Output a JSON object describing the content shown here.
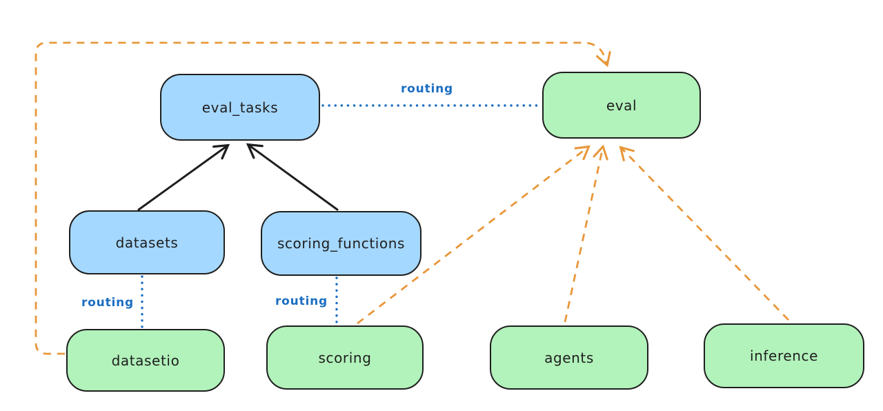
{
  "diagram": {
    "title": "",
    "nodes": [
      {
        "id": "eval_tasks",
        "label": "eval_tasks",
        "color": "blue"
      },
      {
        "id": "eval",
        "label": "eval",
        "color": "green"
      },
      {
        "id": "datasets",
        "label": "datasets",
        "color": "blue"
      },
      {
        "id": "scoring_functions",
        "label": "scoring_functions",
        "color": "blue"
      },
      {
        "id": "datasetio",
        "label": "datasetio",
        "color": "green"
      },
      {
        "id": "scoring",
        "label": "scoring",
        "color": "green"
      },
      {
        "id": "agents",
        "label": "agents",
        "color": "green"
      },
      {
        "id": "inference",
        "label": "inference",
        "color": "green"
      }
    ],
    "edges": [
      {
        "from": "datasets",
        "to": "eval_tasks",
        "style": "solid-arrow",
        "color": "black",
        "label": ""
      },
      {
        "from": "scoring_functions",
        "to": "eval_tasks",
        "style": "solid-arrow",
        "color": "black",
        "label": ""
      },
      {
        "from": "eval_tasks",
        "to": "eval",
        "style": "dotted-line",
        "color": "blue",
        "label": "routing"
      },
      {
        "from": "datasets",
        "to": "datasetio",
        "style": "dotted-line",
        "color": "blue",
        "label": "routing"
      },
      {
        "from": "scoring_functions",
        "to": "scoring",
        "style": "dotted-line",
        "color": "blue",
        "label": "routing"
      },
      {
        "from": "datasetio",
        "to": "eval",
        "style": "dashed-arrow",
        "color": "orange",
        "label": ""
      },
      {
        "from": "scoring",
        "to": "eval",
        "style": "dashed-arrow",
        "color": "orange",
        "label": ""
      },
      {
        "from": "agents",
        "to": "eval",
        "style": "dashed-arrow",
        "color": "orange",
        "label": ""
      },
      {
        "from": "inference",
        "to": "eval",
        "style": "dashed-arrow",
        "color": "orange",
        "label": ""
      }
    ],
    "colors": {
      "node-blue": "#a5d8ff",
      "node-green": "#b2f2bb",
      "stroke": "#1e1e1e",
      "routing-blue": "#1b6ec2",
      "arrow-orange": "#e8973a",
      "arrow-black": "#1e1e1e",
      "background": "#ffffff"
    }
  }
}
